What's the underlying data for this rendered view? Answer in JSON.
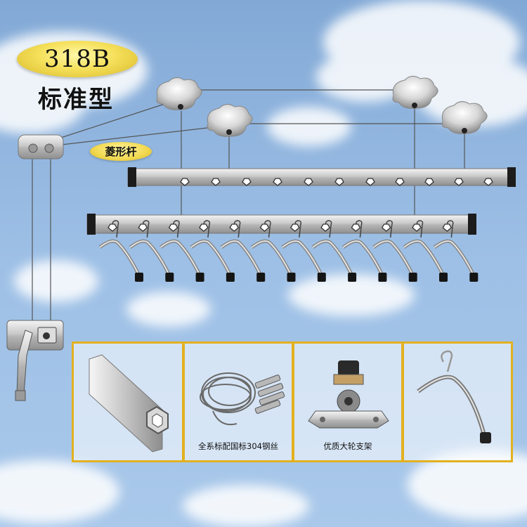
{
  "product": {
    "model": "318B",
    "type": "标准型",
    "rod_label": "菱形杆"
  },
  "features": [
    {
      "icon": "rhombus-rod-profile-icon",
      "caption": ""
    },
    {
      "icon": "steel-wire-rope-icon",
      "caption": "全系标配国标304钢丝"
    },
    {
      "icon": "pulley-bracket-icon",
      "caption": "优质大轮支架"
    },
    {
      "icon": "clothes-hanger-icon",
      "caption": ""
    }
  ],
  "colors": {
    "badge": "#f5e05a",
    "panel_border": "#e3b11f",
    "sky_top": "#7fa8d6",
    "sky_bottom": "#b9d3ee"
  }
}
